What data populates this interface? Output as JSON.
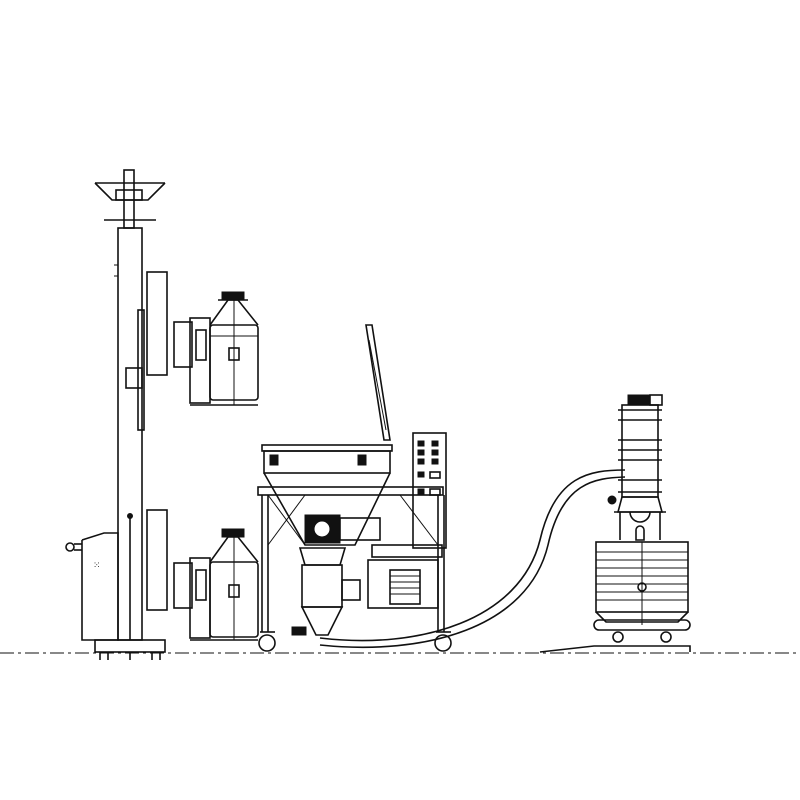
{
  "diagram": {
    "type": "technical-line-drawing",
    "background": "#ffffff",
    "stroke_color": "#111111",
    "components": [
      {
        "id": "column-lifter",
        "label": ""
      },
      {
        "id": "upper-container",
        "label": ""
      },
      {
        "id": "lower-container",
        "label": ""
      },
      {
        "id": "bag-dump-station",
        "label": ""
      },
      {
        "id": "control-panel",
        "label": ""
      },
      {
        "id": "conveying-hose",
        "label": ""
      },
      {
        "id": "vacuum-conveyor-receiver",
        "label": ""
      },
      {
        "id": "receiving-bin",
        "label": ""
      },
      {
        "id": "floor-line",
        "label": ""
      }
    ]
  }
}
